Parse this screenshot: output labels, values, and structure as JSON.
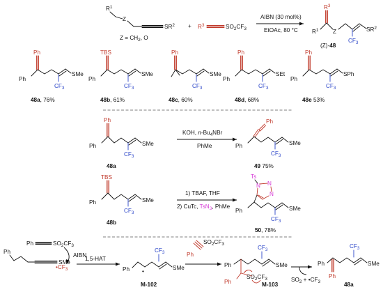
{
  "top_scheme": {
    "reactant1_r1": "R",
    "reactant1_r1_sup": "1",
    "reactant1_z": "Z",
    "reactant1_sr2": "SR",
    "reactant1_sr2_sup": "2",
    "z_def": "Z = CH",
    "z_def_sub": "2",
    "z_def_tail": ", O",
    "plus": "+",
    "reagent_r3": "R",
    "reagent_r3_sup": "3",
    "reagent_so2cf3": "SO",
    "reagent_so2cf3_sub": "2",
    "reagent_so2cf3_tail": "CF",
    "reagent_so2cf3_sub2": "3",
    "cond_line1": "AIBN (30 mol%)",
    "cond_line2": "EtOAc, 80 °C",
    "product_r3": "R",
    "product_r3_sup": "3",
    "product_r1": "R",
    "product_r1_sup": "1",
    "product_z": "Z",
    "product_sr2": "SR",
    "product_sr2_sup": "2",
    "product_cf3": "CF",
    "product_cf3_sub": "3",
    "product_label_prefix": "(Z)-",
    "product_label": "48"
  },
  "products": [
    {
      "id": "48a",
      "yield": ", 76%",
      "top": "Ph",
      "sr": "SMe"
    },
    {
      "id": "48b",
      "yield": ", 61%",
      "top": "TBS",
      "sr": "SMe"
    },
    {
      "id": "48c",
      "yield": ", 60%",
      "top": "Ph",
      "sr": "SMe"
    },
    {
      "id": "48d",
      "yield": ", 68%",
      "top": "Ph",
      "sr": "SEt"
    },
    {
      "id": "48e",
      "yield": " 53%",
      "top": "Ph",
      "sr": "SPh"
    }
  ],
  "common": {
    "ph": "Ph",
    "cf3": "CF",
    "cf3_sub": "3",
    "sme": "SMe"
  },
  "middle1": {
    "start_label": "48a",
    "cond1": "KOH, ",
    "cond1_italic": "n",
    "cond1_tail": "-Bu",
    "cond1_sub": "4",
    "cond1_tail2": "NBr",
    "cond2": "PhMe",
    "product_label": "49",
    "product_yield": " 75%",
    "allene_ph": "Ph"
  },
  "middle2": {
    "start_label": "48b",
    "tbs": "TBS",
    "cond1": "1) TBAF, THF",
    "cond2a": "2) CuTc, ",
    "cond2b": "TsN",
    "cond2b_sub": "3",
    "cond2c": ", PhMe",
    "product_label": "50",
    "product_yield": ", 78%",
    "ts": "Ts",
    "n1": "N",
    "n2": "N",
    "n3": "N"
  },
  "mechanism": {
    "reagent_ph": "Ph",
    "reagent_so2cf3": "SO",
    "reagent_so2cf3_sub": "2",
    "reagent_so2cf3_tail": "CF",
    "reagent_so2cf3_sub2": "3",
    "aibn": "AIBN",
    "cf3_radical": "CF",
    "cf3_radical_sub": "3",
    "hat": "1,5-HAT",
    "start_ph": "Ph",
    "start_sme": "SMe",
    "int1_label": "M-102",
    "int2_label": "M-103",
    "loss": "SO",
    "loss_sub": "2",
    "loss_tail": " + ",
    "loss_cf3": "CF",
    "loss_cf3_sub": "3",
    "final_label": "48a"
  }
}
